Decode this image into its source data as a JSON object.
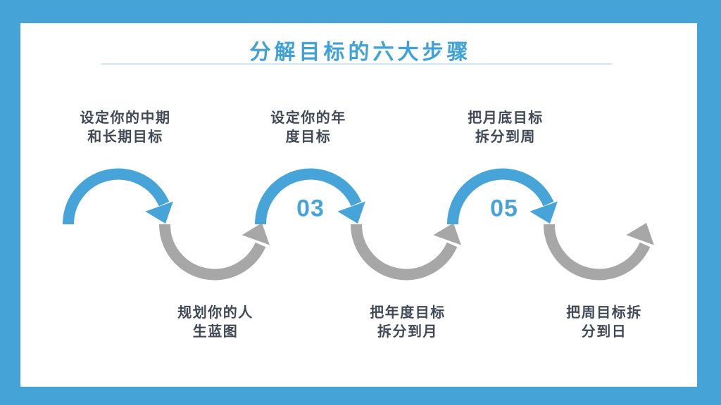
{
  "slide": {
    "title": "分解目标的六大步骤"
  },
  "colors": {
    "frame_blue": "#45a3d7",
    "accent_blue": "#46a4d8",
    "arc_gray": "#a7a7a7",
    "title_blue": "#3ea2d8",
    "label_dark": "#414957",
    "divider_blue": "#cfe7f3"
  },
  "steps": [
    {
      "position": "top",
      "line1": "设定你的中期",
      "line2": "和长期目标"
    },
    {
      "position": "bottom",
      "line1": "规划你的人",
      "line2": "生蓝图"
    },
    {
      "position": "top",
      "line1": "设定你的年",
      "line2": "度目标",
      "number": "03"
    },
    {
      "position": "bottom",
      "line1": "把年度目标",
      "line2": "拆分到月"
    },
    {
      "position": "top",
      "line1": "把月底目标",
      "line2": "拆分到周",
      "number": "05"
    },
    {
      "position": "bottom",
      "line1": "把周目标拆",
      "line2": "分到日"
    }
  ]
}
